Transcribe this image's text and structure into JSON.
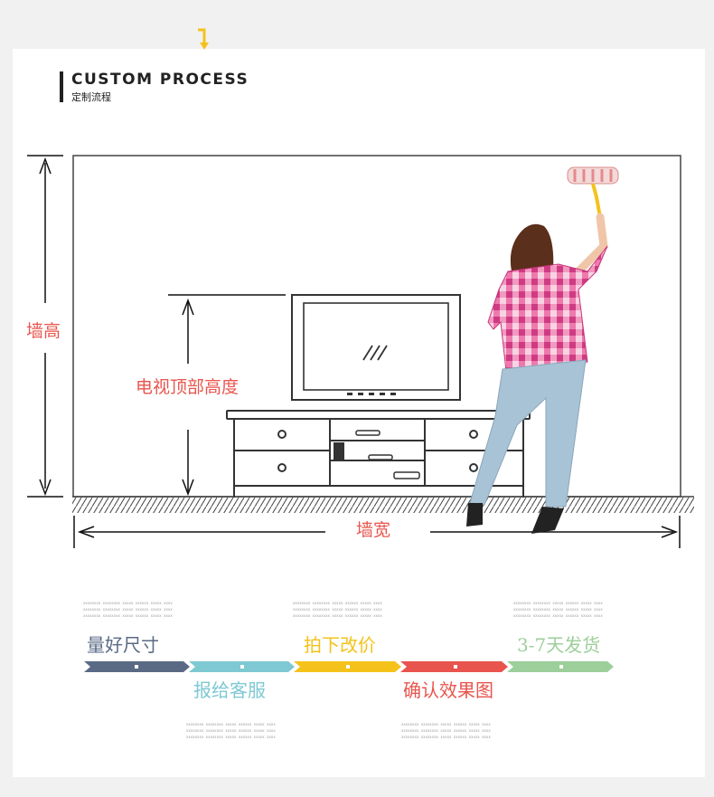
{
  "header": {
    "title_en": "CUSTOM PROCESS",
    "title_zh": "定制流程"
  },
  "diagram": {
    "wall_height": "墙高",
    "tv_top_height": "电视顶部高度",
    "wall_width": "墙宽"
  },
  "process": {
    "steps": [
      {
        "label": "量好尺寸",
        "color": "#5a6a85"
      },
      {
        "label": "报给客服",
        "color": "#7ec9d2"
      },
      {
        "label": "拍下改价",
        "color": "#f4c21b"
      },
      {
        "label": "确认效果图",
        "color": "#e8554e"
      },
      {
        "label": "3-7天发货",
        "color": "#9ccf9a"
      }
    ],
    "filler_text": "xxxxxxxx xxxxxxxx xxxxx xxxxxx xxxxx xxxx"
  },
  "colors": {
    "accent_red": "#e8554e",
    "line": "#222222"
  }
}
